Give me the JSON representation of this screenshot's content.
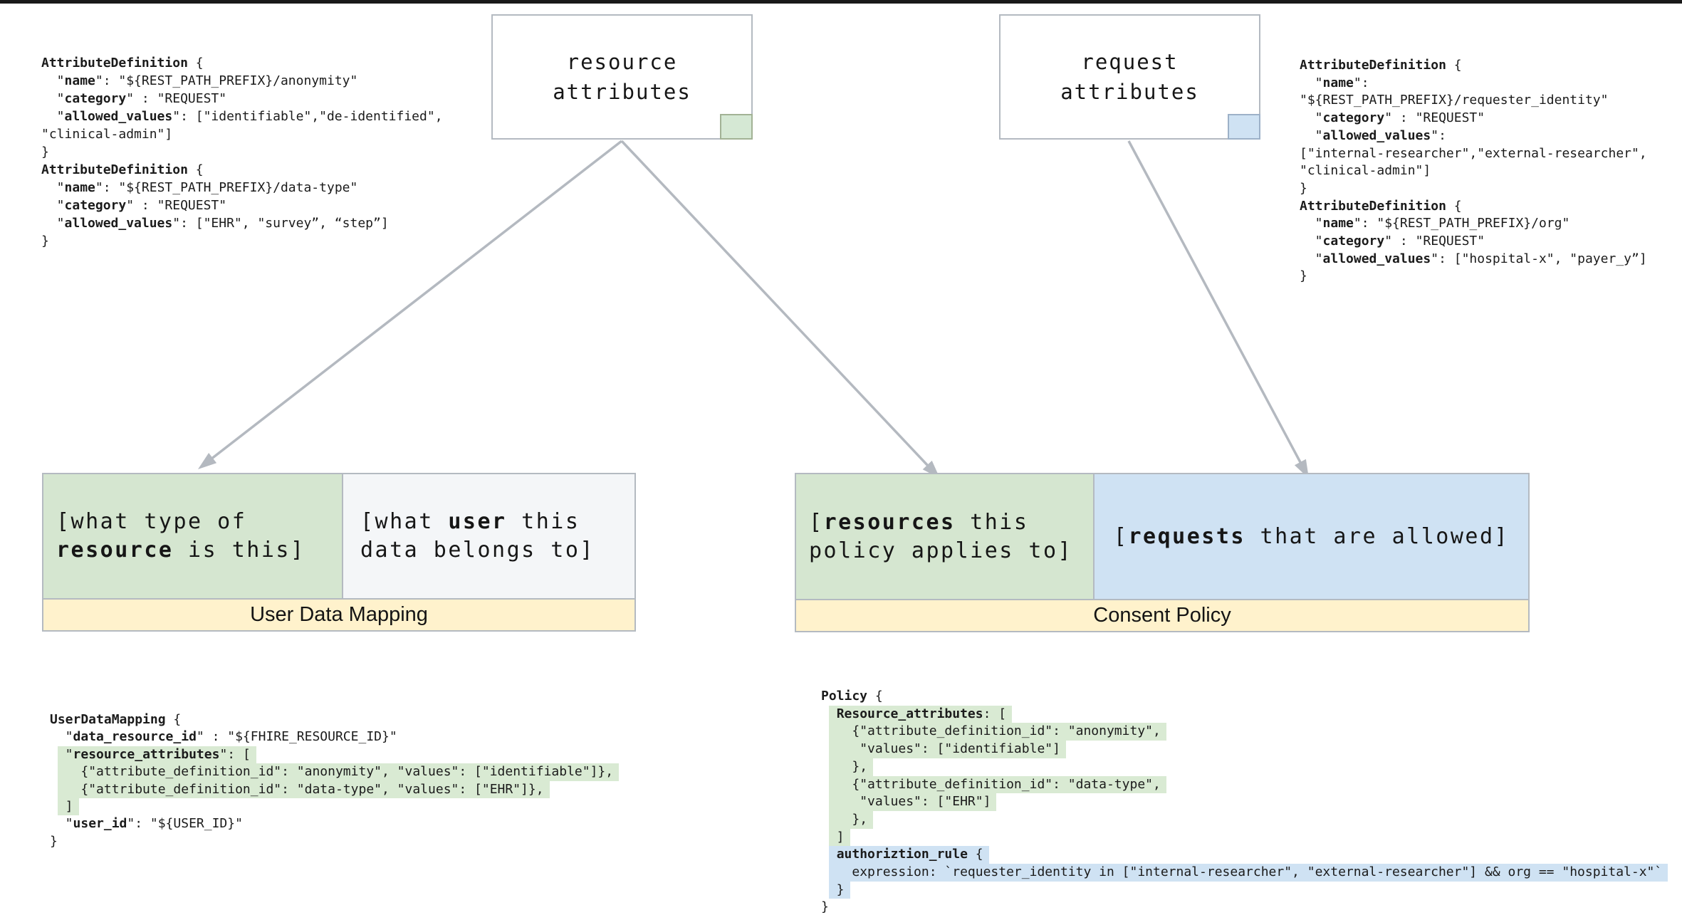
{
  "colors": {
    "highlight_green": "#d9ead3",
    "highlight_blue": "#cfe2f3",
    "cell_green": "#d5e6d0",
    "cell_blue": "#cfe2f3",
    "cell_white": "#f4f6f8",
    "banner_yellow": "#fff2cc",
    "border_gray": "#b4bac1",
    "arrow_gray": "#b4b9c0",
    "top_bar_black": "#191919"
  },
  "resource_box": {
    "label": "resource\nattributes"
  },
  "request_box": {
    "label": "request\nattributes"
  },
  "user_data_mapping": {
    "banner": "User Data Mapping",
    "green_cell": [
      [
        {
          "t": "[what type of"
        }
      ],
      [
        {
          "t": "resource",
          "b": true
        },
        {
          "t": " is this]"
        }
      ]
    ],
    "white_cell": [
      [
        {
          "t": "[what "
        },
        {
          "t": "user",
          "b": true
        },
        {
          "t": " this"
        }
      ],
      [
        {
          "t": "data belongs to]"
        }
      ]
    ]
  },
  "consent_policy": {
    "banner": "Consent Policy",
    "green_cell": [
      [
        {
          "t": "["
        },
        {
          "t": "resources",
          "b": true
        },
        {
          "t": " this"
        }
      ],
      [
        {
          "t": "policy applies to]"
        }
      ]
    ],
    "blue_cell": [
      [
        {
          "t": "["
        },
        {
          "t": "requests",
          "b": true
        },
        {
          "t": " that are allowed]"
        }
      ]
    ]
  },
  "code": {
    "top_left": {
      "lines": [
        {
          "segs": [
            {
              "t": "AttributeDefinition",
              "b": true
            },
            {
              "t": " {"
            }
          ]
        },
        {
          "segs": [
            {
              "t": "  \""
            },
            {
              "t": "name",
              "b": true
            },
            {
              "t": "\": \"${REST_PATH_PREFIX}/anonymity\""
            }
          ]
        },
        {
          "segs": [
            {
              "t": "  \""
            },
            {
              "t": "category",
              "b": true
            },
            {
              "t": "\" : \"REQUEST\""
            }
          ]
        },
        {
          "segs": [
            {
              "t": "  \""
            },
            {
              "t": "allowed_values",
              "b": true
            },
            {
              "t": "\": [\"identifiable\",\"de-identified\","
            }
          ]
        },
        {
          "segs": [
            {
              "t": "\"clinical-admin\"]"
            }
          ]
        },
        {
          "segs": [
            {
              "t": "}"
            }
          ]
        },
        {
          "segs": [
            {
              "t": "AttributeDefinition",
              "b": true
            },
            {
              "t": " {"
            }
          ]
        },
        {
          "segs": [
            {
              "t": "  \""
            },
            {
              "t": "name",
              "b": true
            },
            {
              "t": "\": \"${REST_PATH_PREFIX}/data-type\""
            }
          ]
        },
        {
          "segs": [
            {
              "t": "  \""
            },
            {
              "t": "category",
              "b": true
            },
            {
              "t": "\" : \"REQUEST\""
            }
          ]
        },
        {
          "segs": [
            {
              "t": "  \""
            },
            {
              "t": "allowed_values",
              "b": true
            },
            {
              "t": "\": [\"EHR\", \"survey”, “step”]"
            }
          ]
        },
        {
          "segs": [
            {
              "t": "}"
            }
          ]
        }
      ]
    },
    "top_right": {
      "lines": [
        {
          "segs": [
            {
              "t": "AttributeDefinition",
              "b": true
            },
            {
              "t": " {"
            }
          ]
        },
        {
          "segs": [
            {
              "t": "  \""
            },
            {
              "t": "name",
              "b": true
            },
            {
              "t": "\":"
            }
          ]
        },
        {
          "segs": [
            {
              "t": "\"${REST_PATH_PREFIX}/requester_identity\""
            }
          ]
        },
        {
          "segs": [
            {
              "t": "  \""
            },
            {
              "t": "category",
              "b": true
            },
            {
              "t": "\" : \"REQUEST\""
            }
          ]
        },
        {
          "segs": [
            {
              "t": "  \""
            },
            {
              "t": "allowed_values",
              "b": true
            },
            {
              "t": "\":"
            }
          ]
        },
        {
          "segs": [
            {
              "t": "[\"internal-researcher\",\"external-researcher\","
            }
          ]
        },
        {
          "segs": [
            {
              "t": "\"clinical-admin\"]"
            }
          ]
        },
        {
          "segs": [
            {
              "t": "}"
            }
          ]
        },
        {
          "segs": [
            {
              "t": "AttributeDefinition",
              "b": true
            },
            {
              "t": " {"
            }
          ]
        },
        {
          "segs": [
            {
              "t": "  \""
            },
            {
              "t": "name",
              "b": true
            },
            {
              "t": "\": \"${REST_PATH_PREFIX}/org\""
            }
          ]
        },
        {
          "segs": [
            {
              "t": "  \""
            },
            {
              "t": "category",
              "b": true
            },
            {
              "t": "\" : \"REQUEST\""
            }
          ]
        },
        {
          "segs": [
            {
              "t": "  \""
            },
            {
              "t": "allowed_values",
              "b": true
            },
            {
              "t": "\": [\"hospital-x\", \"payer_y”]"
            }
          ]
        },
        {
          "segs": [
            {
              "t": "}"
            }
          ]
        }
      ]
    },
    "bottom_left": {
      "lines": [
        {
          "segs": [
            {
              "t": "UserDataMapping",
              "b": true
            },
            {
              "t": " {"
            }
          ]
        },
        {
          "segs": [
            {
              "t": "  \""
            },
            {
              "t": "data_resource_id",
              "b": true
            },
            {
              "t": "\" : \"${FHIRE_RESOURCE_ID}\""
            }
          ]
        },
        {
          "lead": " ",
          "hl": "green",
          "segs": [
            {
              "t": " \""
            },
            {
              "t": "resource_attributes",
              "b": true
            },
            {
              "t": "\": ["
            }
          ]
        },
        {
          "lead": " ",
          "hl": "green",
          "segs": [
            {
              "t": "   {\"attribute_definition_id\": \"anonymity\", \"values\": [\"identifiable\"]},"
            }
          ]
        },
        {
          "lead": " ",
          "hl": "green",
          "segs": [
            {
              "t": "   {\"attribute_definition_id\": \"data-type\", \"values\": [\"EHR\"]},"
            }
          ]
        },
        {
          "lead": " ",
          "hl": "green",
          "segs": [
            {
              "t": " ]"
            }
          ]
        },
        {
          "segs": [
            {
              "t": "  \""
            },
            {
              "t": "user_id",
              "b": true
            },
            {
              "t": "\": \"${USER_ID}\""
            }
          ]
        },
        {
          "segs": [
            {
              "t": "}"
            }
          ]
        }
      ]
    },
    "bottom_right": {
      "lines": [
        {
          "segs": [
            {
              "t": "Policy",
              "b": true
            },
            {
              "t": " {"
            }
          ]
        },
        {
          "lead": " ",
          "hl": "green",
          "segs": [
            {
              "t": " "
            },
            {
              "t": "Resource_attributes",
              "b": true
            },
            {
              "t": ": ["
            }
          ]
        },
        {
          "lead": " ",
          "hl": "green",
          "segs": [
            {
              "t": "   {\"attribute_definition_id\": \"anonymity\","
            }
          ]
        },
        {
          "lead": " ",
          "hl": "green",
          "segs": [
            {
              "t": "    \"values\": [\"identifiable\"]"
            }
          ]
        },
        {
          "lead": " ",
          "hl": "green",
          "segs": [
            {
              "t": "   },"
            }
          ]
        },
        {
          "lead": " ",
          "hl": "green",
          "segs": [
            {
              "t": "   {\"attribute_definition_id\": \"data-type\","
            }
          ]
        },
        {
          "lead": " ",
          "hl": "green",
          "segs": [
            {
              "t": "    \"values\": [\"EHR\"]"
            }
          ]
        },
        {
          "lead": " ",
          "hl": "green",
          "segs": [
            {
              "t": "   },"
            }
          ]
        },
        {
          "lead": " ",
          "hl": "green",
          "segs": [
            {
              "t": " ]"
            }
          ]
        },
        {
          "lead": " ",
          "hl": "blue",
          "segs": [
            {
              "t": " "
            },
            {
              "t": "authoriztion_rule",
              "b": true
            },
            {
              "t": " {"
            }
          ]
        },
        {
          "lead": " ",
          "hl": "blue",
          "segs": [
            {
              "t": "   expression: `requester_identity in [\"internal-researcher\", \"external-researcher\"] && org == \"hospital-x\"`"
            }
          ]
        },
        {
          "lead": " ",
          "hl": "blue",
          "segs": [
            {
              "t": " }"
            }
          ]
        },
        {
          "segs": [
            {
              "t": "}"
            }
          ]
        }
      ]
    }
  }
}
